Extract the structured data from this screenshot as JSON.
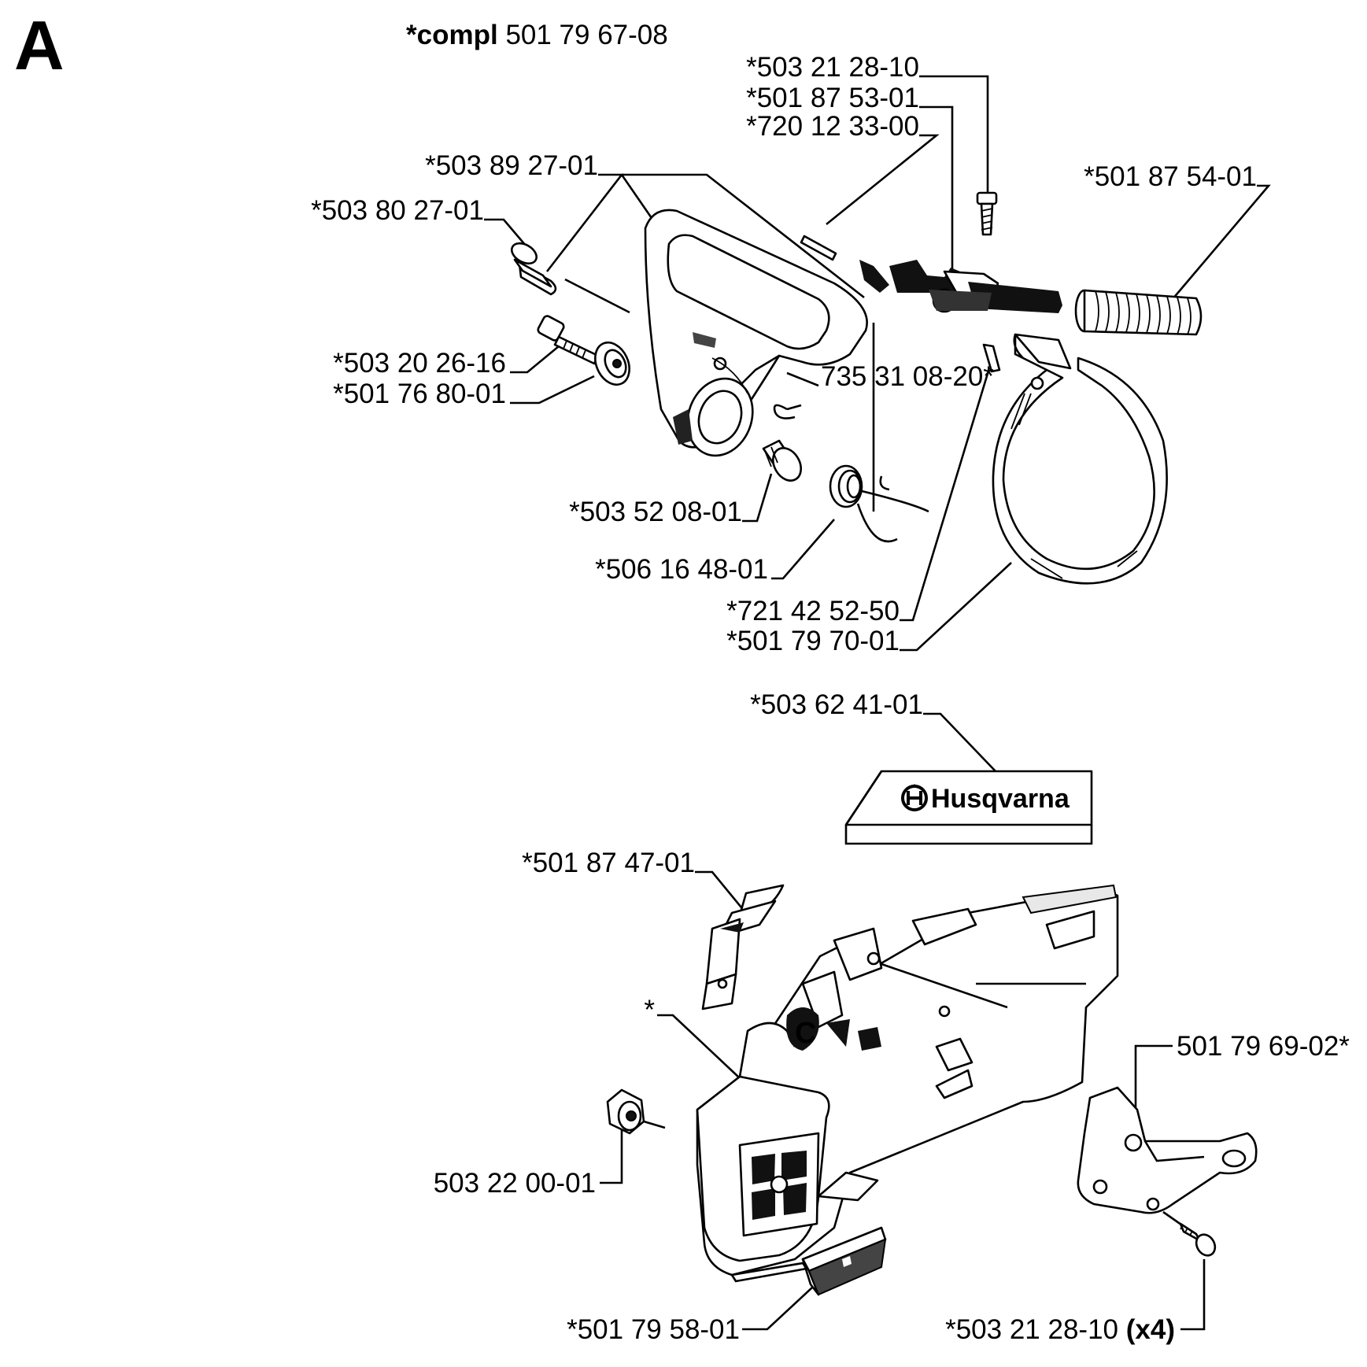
{
  "section_letter": "A",
  "compl": {
    "prefix": "*compl",
    "number": "501 79 67-08"
  },
  "labels": {
    "p_503_21_28_10": "*503 21 28-10",
    "p_501_87_53_01": "*501 87 53-01",
    "p_720_12_33_00": "*720 12 33-00",
    "p_503_89_27_01": "*503 89 27-01",
    "p_501_87_54_01": "*501 87 54-01",
    "p_503_80_27_01": "*503 80 27-01",
    "p_503_20_26_16": "*503 20 26-16",
    "p_501_76_80_01": "*501 76 80-01",
    "p_735_31_08_20": "735 31 08-20*",
    "p_503_52_08_01": "*503 52 08-01",
    "p_506_16_48_01": "*506 16 48-01",
    "p_721_42_52_50": "*721 42 52-50",
    "p_501_79_70_01": "*501 79 70-01",
    "p_503_62_41_01": "*503 62 41-01",
    "p_501_87_47_01": "*501 87 47-01",
    "p_asterisk": "*",
    "p_501_79_69_02": "501 79 69-02*",
    "p_503_22_00_01": "503 22 00-01",
    "p_501_79_58_01": "*501 79 58-01",
    "p_503_21_28_10_x4": "*503 21 28-10",
    "p_x4": "(x4)"
  },
  "decal": {
    "brand": "Husqvarna"
  }
}
